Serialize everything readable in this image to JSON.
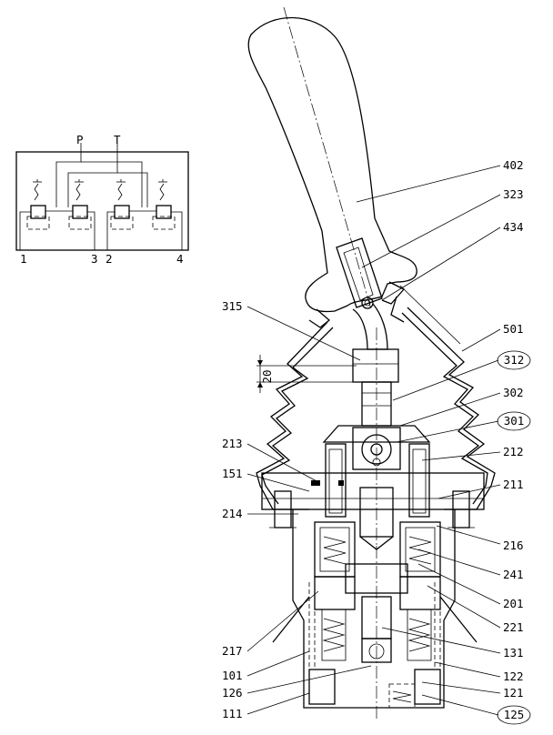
{
  "schematic": {
    "port_p": "P",
    "port_t": "T",
    "port_1": "1",
    "port_2": "2",
    "port_3": "3",
    "port_4": "4"
  },
  "dimension": {
    "value": "20"
  },
  "callouts": [
    {
      "id": "402",
      "text": "402",
      "circled": false
    },
    {
      "id": "323",
      "text": "323",
      "circled": false
    },
    {
      "id": "434",
      "text": "434",
      "circled": false
    },
    {
      "id": "315",
      "text": "315",
      "circled": false
    },
    {
      "id": "501",
      "text": "501",
      "circled": false
    },
    {
      "id": "312",
      "text": "312",
      "circled": true
    },
    {
      "id": "302",
      "text": "302",
      "circled": false
    },
    {
      "id": "301",
      "text": "301",
      "circled": true
    },
    {
      "id": "213",
      "text": "213",
      "circled": false
    },
    {
      "id": "212",
      "text": "212",
      "circled": false
    },
    {
      "id": "151",
      "text": "151",
      "circled": false
    },
    {
      "id": "211",
      "text": "211",
      "circled": false
    },
    {
      "id": "214",
      "text": "214",
      "circled": false
    },
    {
      "id": "216",
      "text": "216",
      "circled": false
    },
    {
      "id": "241",
      "text": "241",
      "circled": false
    },
    {
      "id": "201",
      "text": "201",
      "circled": false
    },
    {
      "id": "217",
      "text": "217",
      "circled": false
    },
    {
      "id": "221",
      "text": "221",
      "circled": false
    },
    {
      "id": "131",
      "text": "131",
      "circled": false
    },
    {
      "id": "101",
      "text": "101",
      "circled": false
    },
    {
      "id": "122",
      "text": "122",
      "circled": false
    },
    {
      "id": "126",
      "text": "126",
      "circled": false
    },
    {
      "id": "121",
      "text": "121",
      "circled": false
    },
    {
      "id": "111",
      "text": "111",
      "circled": false
    },
    {
      "id": "125",
      "text": "125",
      "circled": true
    }
  ]
}
